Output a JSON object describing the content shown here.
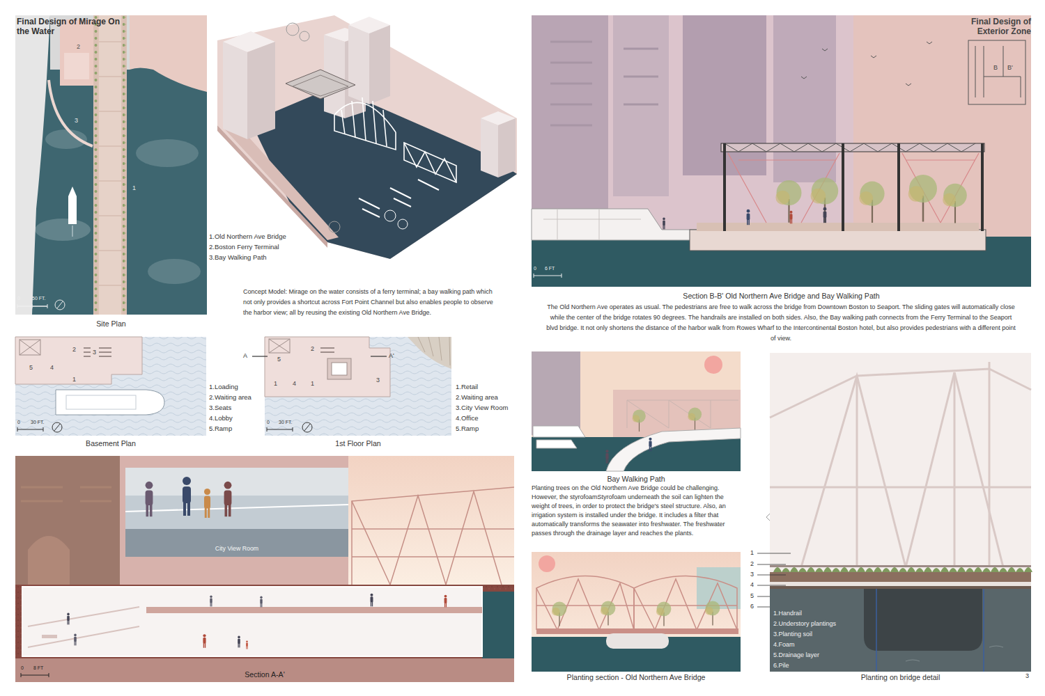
{
  "diagram": {
    "title": "Final Design of Mirage On the Water",
    "nodes": [
      {
        "text": [
          "Site Plan"
        ]
      },
      {
        "text": [
          "Basement Plan"
        ]
      },
      {
        "text": [
          "1st Floor Plan"
        ]
      },
      {
        "text": [
          "Section A-A'"
        ]
      },
      {
        "text": [
          "City View Room"
        ],
        "in": 3
      },
      {
        "text": [
          "Section B-B' Old Northern Ave Bridge and Bay Walking Path"
        ]
      },
      {
        "text": [
          "Bay Walking Path"
        ]
      },
      {
        "text": [
          "Planting section - Old Northern Ave Bridge"
        ]
      },
      {
        "text": [
          "Planting on bridge detail"
        ]
      }
    ],
    "labels": [
      "2",
      "3",
      "1",
      "0",
      "50 FT.",
      "1.Old Northern Ave Bridge",
      "2.Boston Ferry Terminal",
      "3.Bay Walking Path",
      "Concept Model: Mirage on the water consists of a ferry terminal; a bay walking path which not only provides a shortcut across Fort Point Channel but also enables people to observe the harbor view; all by reusing the existing Old Northern Ave Bridge.",
      "2",
      "3",
      "5",
      "4",
      "1",
      "0",
      "30 FT.",
      "1.Loading",
      "2.Waiting area",
      "3.Seats",
      "4.Lobby",
      "5.Ramp",
      "A",
      "A'",
      "5",
      "2",
      "1",
      "4",
      "1",
      "3",
      "0",
      "30 FT.",
      "1.Retail",
      "2.Waiting area",
      "3.City View Room",
      "4.Office",
      "5.Ramp",
      "0",
      "8 FT",
      "Final Design of Exterior Zone",
      "B",
      "B'",
      "0",
      "6 FT",
      "The Old Northern Ave operates as usual. The pedestrians are free to walk across the bridge from Downtown Boston to Seaport. The sliding gates will automatically close while the center of the bridge rotates 90 degrees. The handrails are installed on both sides. Also, the Bay walking path connects from the Ferry Terminal to the Seaport blvd bridge. It not only shortens the distance of the harbor walk from Rowes Wharf to the Intercontinental Boston hotel, but also provides pedestrians with a different point of view.",
      "Planting trees on the Old Northern Ave Bridge could be challenging. However, the styrofoamStyrofoam underneath the soil can lighten the weight of trees, in order to protect the bridge's steel structure. Also, an irrigation system is installed under the bridge. It includes a filter that automatically transforms the seawater into freshwater. The freshwater passes through the drainage layer and reaches the plants.",
      "1",
      "2",
      "3",
      "4",
      "5",
      "6",
      "1.Handrail",
      "2.Understory plantings",
      "3.Planting soil",
      "4.Foam",
      "5.Drainage layer",
      "6.Pile",
      "3"
    ]
  }
}
